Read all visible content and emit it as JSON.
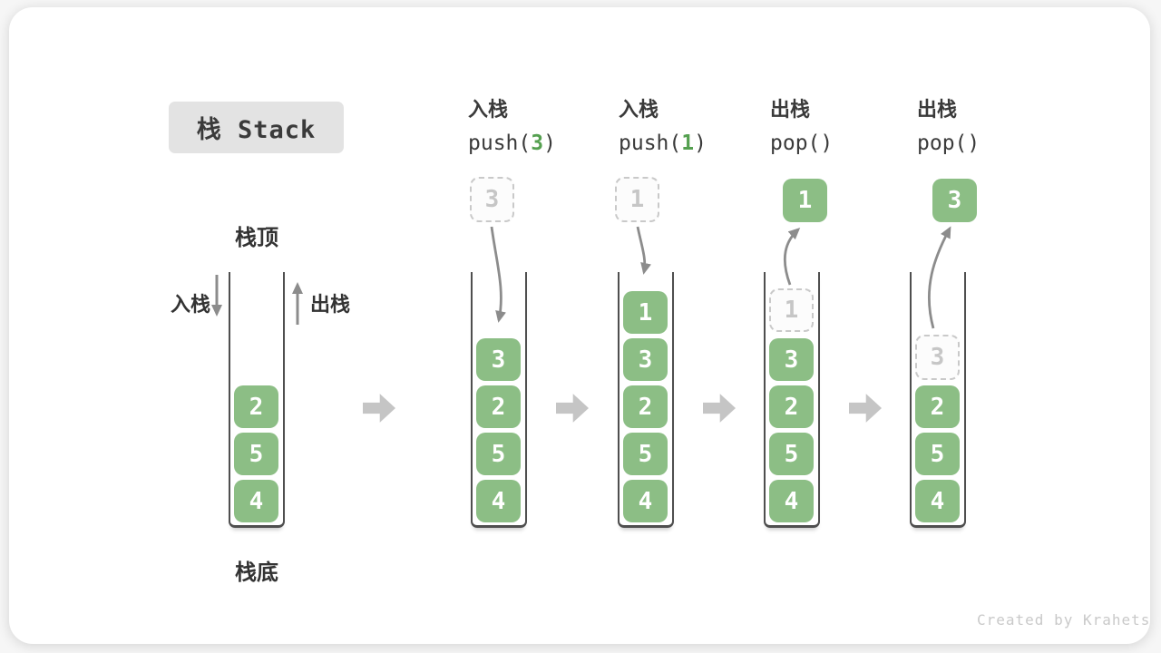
{
  "title": {
    "text": "栈 Stack"
  },
  "labels": {
    "stack_top": "栈顶",
    "stack_bottom": "栈底",
    "push_side": "入栈",
    "pop_side": "出栈"
  },
  "ops": [
    {
      "label": "入栈",
      "pre": "push(",
      "arg": "3",
      "post": ")"
    },
    {
      "label": "入栈",
      "pre": "push(",
      "arg": "1",
      "post": ")"
    },
    {
      "label": "出栈",
      "pre": "pop(",
      "arg": "",
      "post": ")"
    },
    {
      "label": "出栈",
      "pre": "pop(",
      "arg": "",
      "post": ")"
    }
  ],
  "stacks": [
    {
      "items": [
        "2",
        "5",
        "4"
      ]
    },
    {
      "floating_ghost": "3",
      "items": [
        "3",
        "2",
        "5",
        "4"
      ]
    },
    {
      "floating_ghost": "1",
      "items": [
        "1",
        "3",
        "2",
        "5",
        "4"
      ]
    },
    {
      "floating": "1",
      "ghost": "1",
      "items": [
        "3",
        "2",
        "5",
        "4"
      ]
    },
    {
      "floating": "3",
      "ghost": "3",
      "items": [
        "2",
        "5",
        "4"
      ]
    }
  ],
  "watermark": "Created by Krahets",
  "colors": {
    "box_green": "#8cbe85",
    "code_arg_green": "#55a050",
    "wall_gray": "#4f4f4f",
    "thin_arrow_gray": "#8c8c8c",
    "block_arrow_gray": "#c5c5c5",
    "ghost_border": "#c9c9c9",
    "ghost_text": "#c6c6c6",
    "title_bg": "#e3e3e3",
    "text_dark": "#3a3a3a",
    "watermark_gray": "#c9c9c9"
  }
}
